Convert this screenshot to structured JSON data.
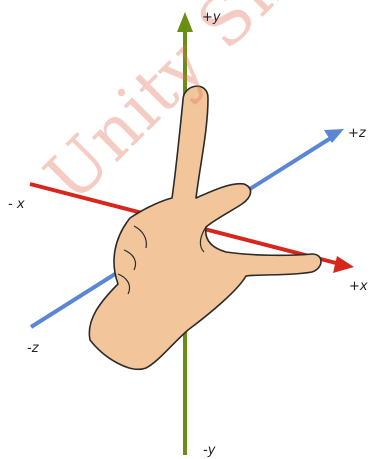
{
  "axes": {
    "y_pos": "+y",
    "y_neg": "-y",
    "x_pos": "+x",
    "x_neg": "- x",
    "z_pos": "+z",
    "z_neg": "-z"
  },
  "colors": {
    "x_axis": "#d7261c",
    "y_axis": "#6a8e13",
    "z_axis": "#5b86d6",
    "hand_fill": "#f3c59a",
    "hand_stroke": "#2b2b2b",
    "watermark": "#e0705a"
  },
  "watermark": {
    "text": "Unity Sh"
  },
  "illustration": {
    "hand": "left-hand-coordinate-gesture"
  }
}
